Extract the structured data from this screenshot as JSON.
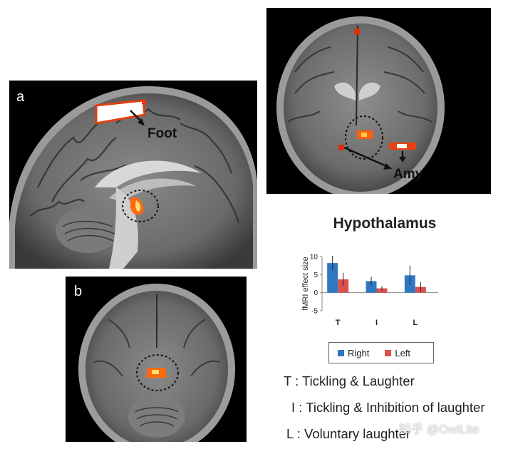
{
  "panels": {
    "a": {
      "letter": "a",
      "annotations": {
        "foot": "Foot"
      }
    },
    "b": {
      "letter": "b"
    },
    "coronal": {
      "annotations": {
        "amy": "Amy"
      }
    }
  },
  "chart_data": {
    "type": "bar",
    "title": "Hypothalamus",
    "ylabel": "fMRI effect size",
    "xlabel": "",
    "categories": [
      "T",
      "I",
      "L"
    ],
    "series": [
      {
        "name": "Right",
        "values": [
          8.2,
          3.2,
          4.8
        ],
        "errors": [
          2.0,
          1.2,
          2.7
        ]
      },
      {
        "name": "Left",
        "values": [
          3.7,
          1.2,
          1.6
        ],
        "errors": [
          1.8,
          0.6,
          1.4
        ]
      }
    ],
    "ylim": [
      -5,
      10
    ],
    "yticks": [
      -5,
      0,
      5,
      10
    ],
    "grid": false,
    "legend_position": "bottom",
    "colors": {
      "right": "#2f78c1",
      "left": "#d9514d"
    }
  },
  "definitions": [
    {
      "key": "T",
      "text": "T : Tickling & Laughter"
    },
    {
      "key": "I",
      "text": "I : Tickling & Inhibition of laughter"
    },
    {
      "key": "L",
      "text": "L : Voluntary laughter"
    }
  ],
  "watermark": "知乎 @OwlLite"
}
